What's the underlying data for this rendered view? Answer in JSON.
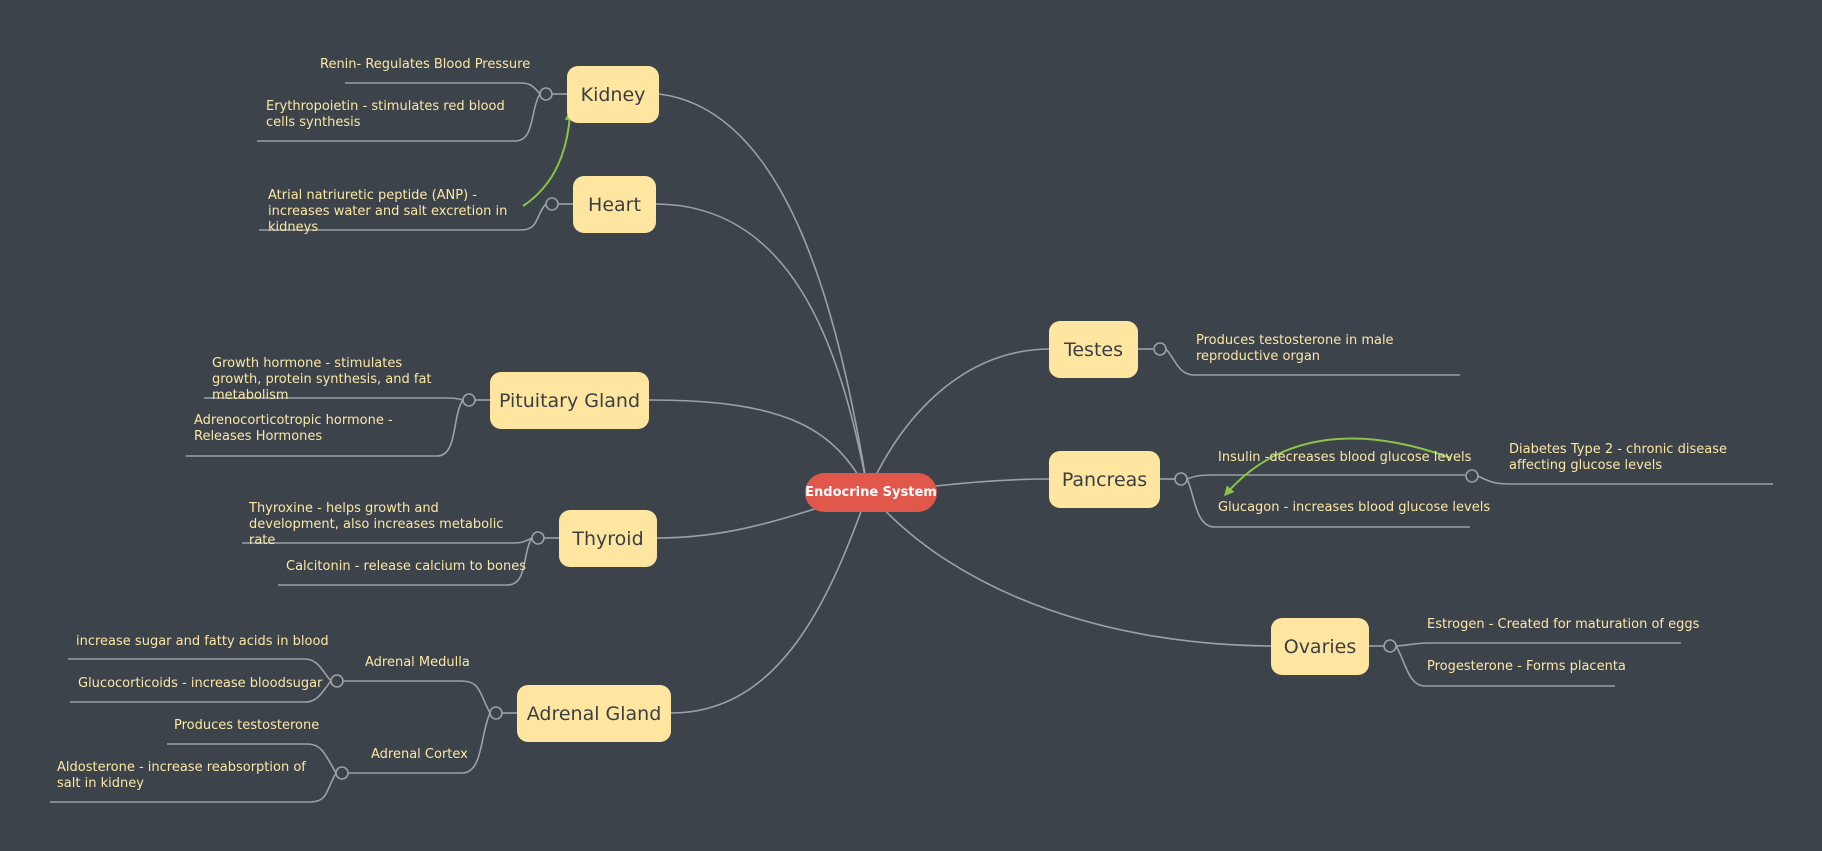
{
  "root": "Endocrine System",
  "topics": {
    "kidney": "Kidney",
    "heart": "Heart",
    "pituitary": "Pituitary Gland",
    "thyroid": "Thyroid",
    "adrenal": "Adrenal Gland",
    "testes": "Testes",
    "pancreas": "Pancreas",
    "ovaries": "Ovaries"
  },
  "subtopics": {
    "medulla": "Adrenal Medulla",
    "cortex": "Adrenal Cortex"
  },
  "leaves": {
    "renin": "Renin- Regulates Blood Pressure",
    "erythropoietin": "Erythropoietin - stimulates red blood cells synthesis",
    "anp": "Atrial natriuretic peptide (ANP) - increases water and salt excretion in kidneys",
    "growth": "Growth hormone - stimulates growth, protein synthesis, and fat metabolism",
    "acth": "Adrenocorticotropic hormone - Releases Hormones",
    "thyroxine": "Thyroxine - helps growth and development, also increases metabolic rate",
    "calcitonin": "Calcitonin - release calcium to bones",
    "sugar": "increase sugar and fatty acids in blood",
    "glucocorticoids": "Glucocorticoids - increase bloodsugar",
    "testosterone_adrenal": "Produces testosterone",
    "aldosterone": "Aldosterone - increase reabsorption of salt in kidney",
    "testes_leaf": "Produces testosterone in male reproductive organ",
    "insulin": "Insulin -decreases blood glucose levels",
    "glucagon": "Glucagon - increases blood glucose levels",
    "diabetes": "Diabetes Type 2 - chronic disease affecting glucose levels",
    "estrogen": "Estrogen - Created for maturation of eggs",
    "progesterone": "Progesterone - Forms placenta"
  },
  "colors": {
    "background": "#3c434a",
    "topic_fill": "#ffe6a0",
    "root_fill": "#e2574c",
    "connector": "#9aa1a8",
    "relationship_arrow": "#8bc34a",
    "leaf_text": "#fbe7a6"
  }
}
